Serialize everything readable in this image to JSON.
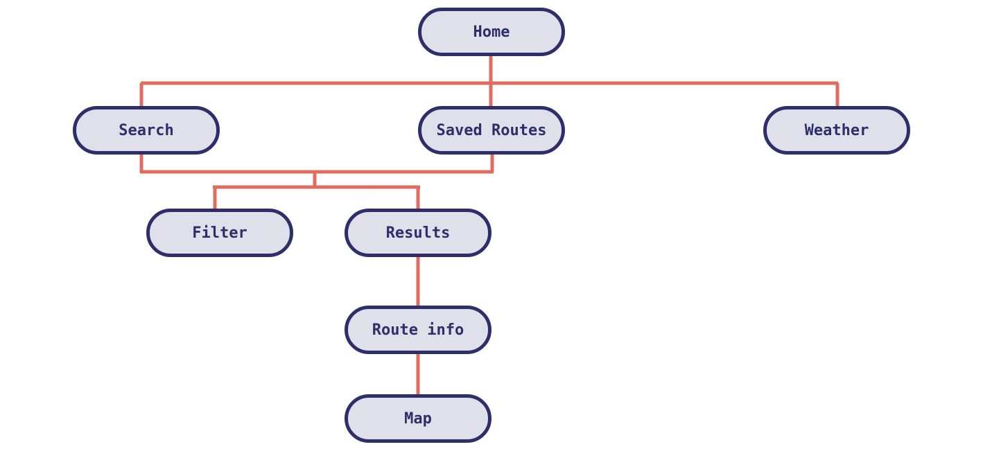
{
  "colors": {
    "node_fill": "#dfe0e9",
    "node_border": "#2e2e6b",
    "node_text": "#2e2e6b",
    "connector": "#e06c5f",
    "background": "#ffffff"
  },
  "nodes": [
    {
      "id": "home",
      "label": "Home"
    },
    {
      "id": "search",
      "label": "Search"
    },
    {
      "id": "saved_routes",
      "label": "Saved Routes"
    },
    {
      "id": "weather",
      "label": "Weather"
    },
    {
      "id": "filter",
      "label": "Filter"
    },
    {
      "id": "results",
      "label": "Results"
    },
    {
      "id": "route_info",
      "label": "Route info"
    },
    {
      "id": "map",
      "label": "Map"
    }
  ],
  "edges": [
    {
      "from": "home",
      "to": "search"
    },
    {
      "from": "home",
      "to": "saved_routes"
    },
    {
      "from": "home",
      "to": "weather"
    },
    {
      "from": "search",
      "to": "filter"
    },
    {
      "from": "search",
      "to": "results"
    },
    {
      "from": "saved_routes",
      "to": "filter"
    },
    {
      "from": "saved_routes",
      "to": "results"
    },
    {
      "from": "results",
      "to": "route_info"
    },
    {
      "from": "route_info",
      "to": "map"
    }
  ]
}
